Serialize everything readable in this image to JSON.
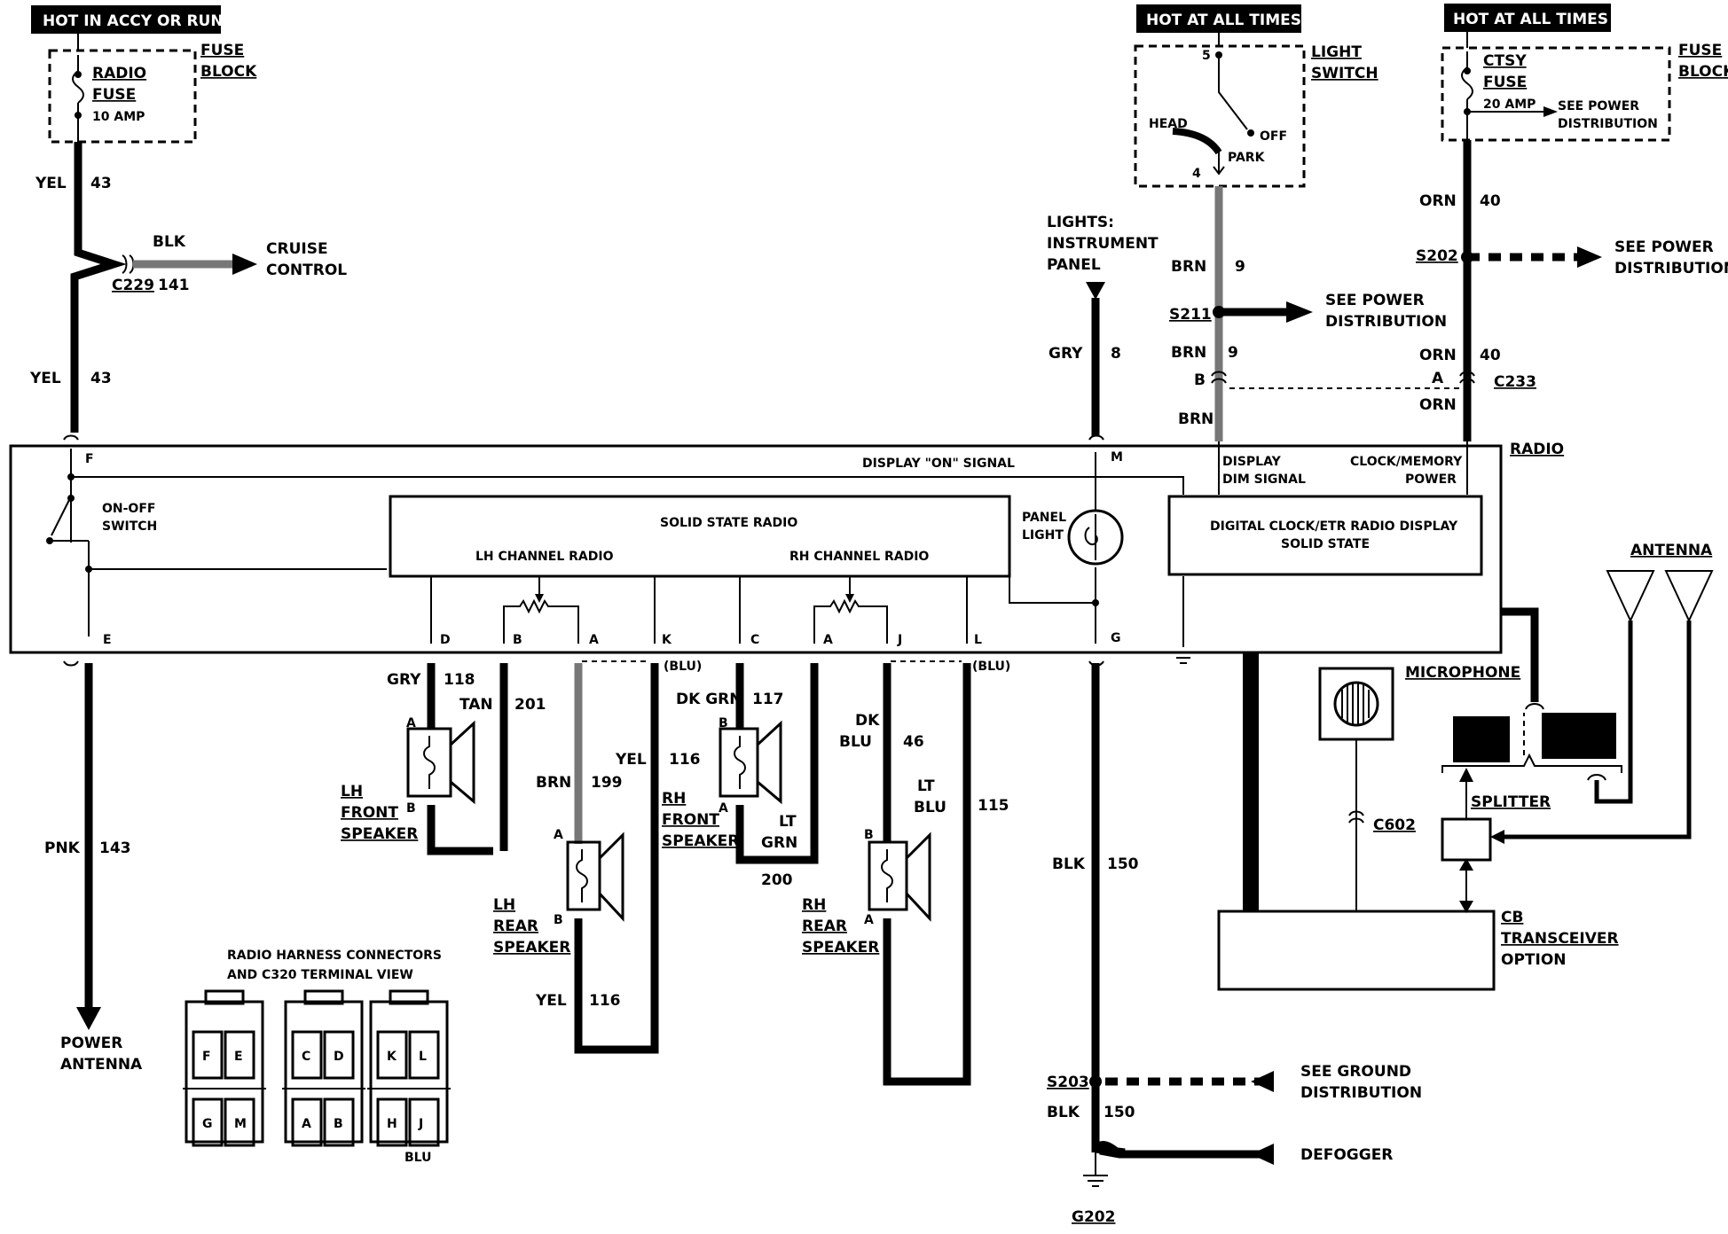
{
  "power": {
    "hot_accy_run": "HOT IN ACCY OR RUN",
    "hot_all_1": "HOT AT ALL TIMES",
    "hot_all_2": "HOT AT ALL TIMES"
  },
  "fuse_left": {
    "radio": "RADIO",
    "fuse": "FUSE",
    "amp": "10 AMP",
    "block1": "FUSE",
    "block2": "BLOCK"
  },
  "fuse_right": {
    "ctsy": "CTSY",
    "fuse": "FUSE",
    "amp": "20 AMP",
    "see1": "SEE POWER",
    "see2": "DISTRIBUTION",
    "block1": "FUSE",
    "block2": "BLOCK"
  },
  "light_switch": {
    "name1": "LIGHT",
    "name2": "SWITCH",
    "head": "HEAD",
    "off": "OFF",
    "park": "PARK",
    "pin5": "5",
    "pin4": "4"
  },
  "wires": {
    "yel": "YEL",
    "w43": "43",
    "blk": "BLK",
    "w141": "141",
    "c229": "C229",
    "cruise1": "CRUISE",
    "cruise2": "CONTROL",
    "lights1": "LIGHTS:",
    "lights2": "INSTRUMENT",
    "lights3": "PANEL",
    "gry": "GRY",
    "w8": "8",
    "brn": "BRN",
    "w9": "9",
    "s211": "S211",
    "spd1": "SEE POWER",
    "spd2": "DISTRIBUTION",
    "orn": "ORN",
    "w40": "40",
    "s202": "S202",
    "c233": "C233",
    "pinA": "A",
    "pinB": "B",
    "w118": "118",
    "tan": "TAN",
    "w201": "201",
    "w199": "199",
    "w116": "116",
    "blu": "(BLU)",
    "dk": "DK",
    "dkgrn": "DK GRN",
    "w117": "117",
    "lt": "LT",
    "grn": "GRN",
    "w200": "200",
    "dkblu2": "BLU",
    "w46": "46",
    "ltblu": "LT",
    "ltblu2": "BLU",
    "w115": "115",
    "w150": "150",
    "pnk": "PNK",
    "w143": "143",
    "s203": "S203",
    "sgd1": "SEE GROUND",
    "sgd2": "DISTRIBUTION",
    "defogger": "DEFOGGER",
    "g202": "G202",
    "power1": "POWER",
    "power2": "ANTENNA"
  },
  "radio": {
    "name": "RADIO",
    "display_on": "DISPLAY \"ON\" SIGNAL",
    "disp_dim1": "DISPLAY",
    "disp_dim2": "DIM SIGNAL",
    "clock1": "CLOCK/MEMORY",
    "clock2": "POWER",
    "onoff1": "ON-OFF",
    "onoff2": "SWITCH",
    "solid": "SOLID STATE RADIO",
    "lh": "LH CHANNEL RADIO",
    "rh": "RH CHANNEL RADIO",
    "panel1": "PANEL",
    "panel2": "LIGHT",
    "digital1": "DIGITAL CLOCK/ETR RADIO DISPLAY",
    "digital2": "SOLID STATE",
    "pins": {
      "F": "F",
      "E": "E",
      "M": "M",
      "G": "G",
      "D": "D",
      "B": "B",
      "A": "A",
      "K": "K",
      "C": "C",
      "A2": "A",
      "J": "J",
      "L": "L"
    }
  },
  "speakers": {
    "lhf1": "LH",
    "lhf2": "FRONT",
    "lhf3": "SPEAKER",
    "lhr1": "LH",
    "lhr2": "REAR",
    "lhr3": "SPEAKER",
    "rhf1": "RH",
    "rhf2": "FRONT",
    "rhf3": "SPEAKER",
    "rhr1": "RH",
    "rhr2": "REAR",
    "rhr3": "SPEAKER"
  },
  "cb": {
    "antenna": "ANTENNA",
    "microphone": "MICROPHONE",
    "splitter": "SPLITTER",
    "c602": "C602",
    "cb1": "CB",
    "cb2": "TRANSCEIVER",
    "cb3": "OPTION"
  },
  "connectors": {
    "title1": "RADIO HARNESS CONNECTORS",
    "title2": "AND C320 TERMINAL VIEW",
    "F": "F",
    "E": "E",
    "C": "C",
    "D": "D",
    "K": "K",
    "L": "L",
    "G": "G",
    "M": "M",
    "A": "A",
    "B": "B",
    "H": "H",
    "J": "J",
    "blu": "BLU"
  }
}
